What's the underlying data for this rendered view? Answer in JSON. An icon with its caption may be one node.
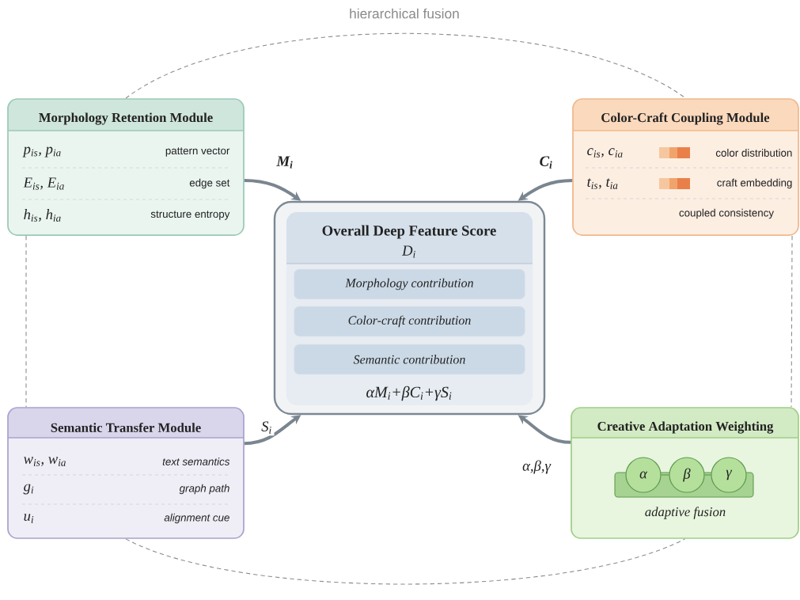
{
  "diagram": {
    "nodes": [
      {
        "text": [
          "Morphology Retention Module",
          "p$_{is}$, p$_{ia}$",
          "pattern vector",
          "E$_{is}$, E$_{ia}$",
          "edge set",
          "h$_{is}$, h$_{ia}$",
          "structure entropy"
        ]
      },
      {
        "text": [
          "Color-Craft Coupling Module",
          "c$_{is}$, c$_{ia}$",
          "color distribution",
          "t$_{is}$, t$_{ia}$",
          "craft embedding",
          "coupled consistency"
        ]
      },
      {
        "text": [
          "Overall Deep Feature Score",
          "D$_{i}$",
          "αM$_{i}$+βC$_{i}$+γS$_{i}$"
        ]
      },
      {
        "text": [
          "Morphology contribution"
        ],
        "in": 2
      },
      {
        "text": [
          "Color-craft contribution"
        ],
        "in": 2
      },
      {
        "text": [
          "Semantic contribution"
        ],
        "in": 2
      },
      {
        "text": [
          "Semantic Transfer Module",
          "w$_{is}$, w$_{ia}$",
          "text semantics",
          "g$_{i}$",
          "graph path",
          "u$_{i}$",
          "alignment cue"
        ]
      },
      {
        "text": [
          "Creative Adaptation Weighting",
          "adaptive fusion"
        ]
      },
      {
        "text": [
          "α"
        ],
        "in": 7
      },
      {
        "text": [
          "β"
        ],
        "in": 7
      },
      {
        "text": [
          "γ"
        ],
        "in": 7
      }
    ],
    "edges": [
      {
        "from": 0,
        "to": 2,
        "arrow": "to",
        "label": "M$_{i}$",
        "style": "thick"
      },
      {
        "from": 1,
        "to": 2,
        "arrow": "to",
        "label": "C$_{i}$",
        "style": "thick"
      },
      {
        "from": 6,
        "to": 2,
        "arrow": "to",
        "label": "S$_{i}$",
        "style": "thick"
      },
      {
        "from": 7,
        "to": 2,
        "arrow": "to",
        "label": "α,β,γ",
        "style": "thick"
      },
      {
        "from": 0,
        "to": 1,
        "arrow": "none",
        "label": "hierarchical fusion",
        "style": "dashed"
      },
      {
        "from": 0,
        "to": 6,
        "arrow": "none",
        "style": "dashed"
      },
      {
        "from": 1,
        "to": 7,
        "arrow": "none",
        "style": "dashed"
      },
      {
        "from": 6,
        "to": 7,
        "arrow": "none",
        "style": "dashed"
      },
      {
        "from": 8,
        "to": 9,
        "arrow": "none",
        "color": "#5e9a4e"
      },
      {
        "from": 9,
        "to": 10,
        "arrow": "none",
        "color": "#5e9a4e"
      }
    ]
  }
}
